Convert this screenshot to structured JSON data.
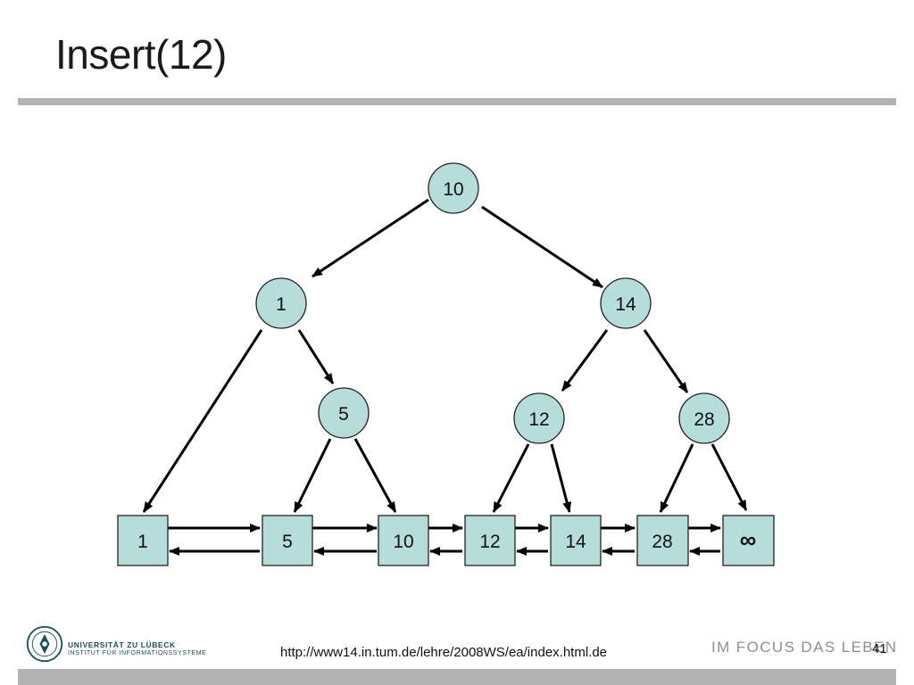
{
  "slide": {
    "title": "Insert(12)",
    "page_number": "41",
    "source_url": "http://www14.in.tum.de/lehre/2008WS/ea/index.html.de",
    "slogan": "IM FOCUS DAS LEBEN",
    "university_name": "UNIVERSITÄT ZU LÜBECK",
    "institute_name": "INSTITUT FÜR INFORMATIONSSYSTEME"
  },
  "tree": {
    "nodes": [
      {
        "id": "n10",
        "label": "10"
      },
      {
        "id": "n1",
        "label": "1"
      },
      {
        "id": "n14",
        "label": "14"
      },
      {
        "id": "n5",
        "label": "5"
      },
      {
        "id": "n12",
        "label": "12"
      },
      {
        "id": "n28",
        "label": "28"
      }
    ],
    "list": [
      {
        "id": "l1",
        "label": "1"
      },
      {
        "id": "l5",
        "label": "5"
      },
      {
        "id": "l10",
        "label": "10"
      },
      {
        "id": "l12",
        "label": "12"
      },
      {
        "id": "l14",
        "label": "14"
      },
      {
        "id": "l28",
        "label": "28"
      },
      {
        "id": "linf",
        "label": "∞"
      }
    ]
  },
  "colors": {
    "node_fill": "#b7dcdc",
    "rule_gray": "#b3b3b3",
    "logo_teal": "#1c4e57"
  }
}
